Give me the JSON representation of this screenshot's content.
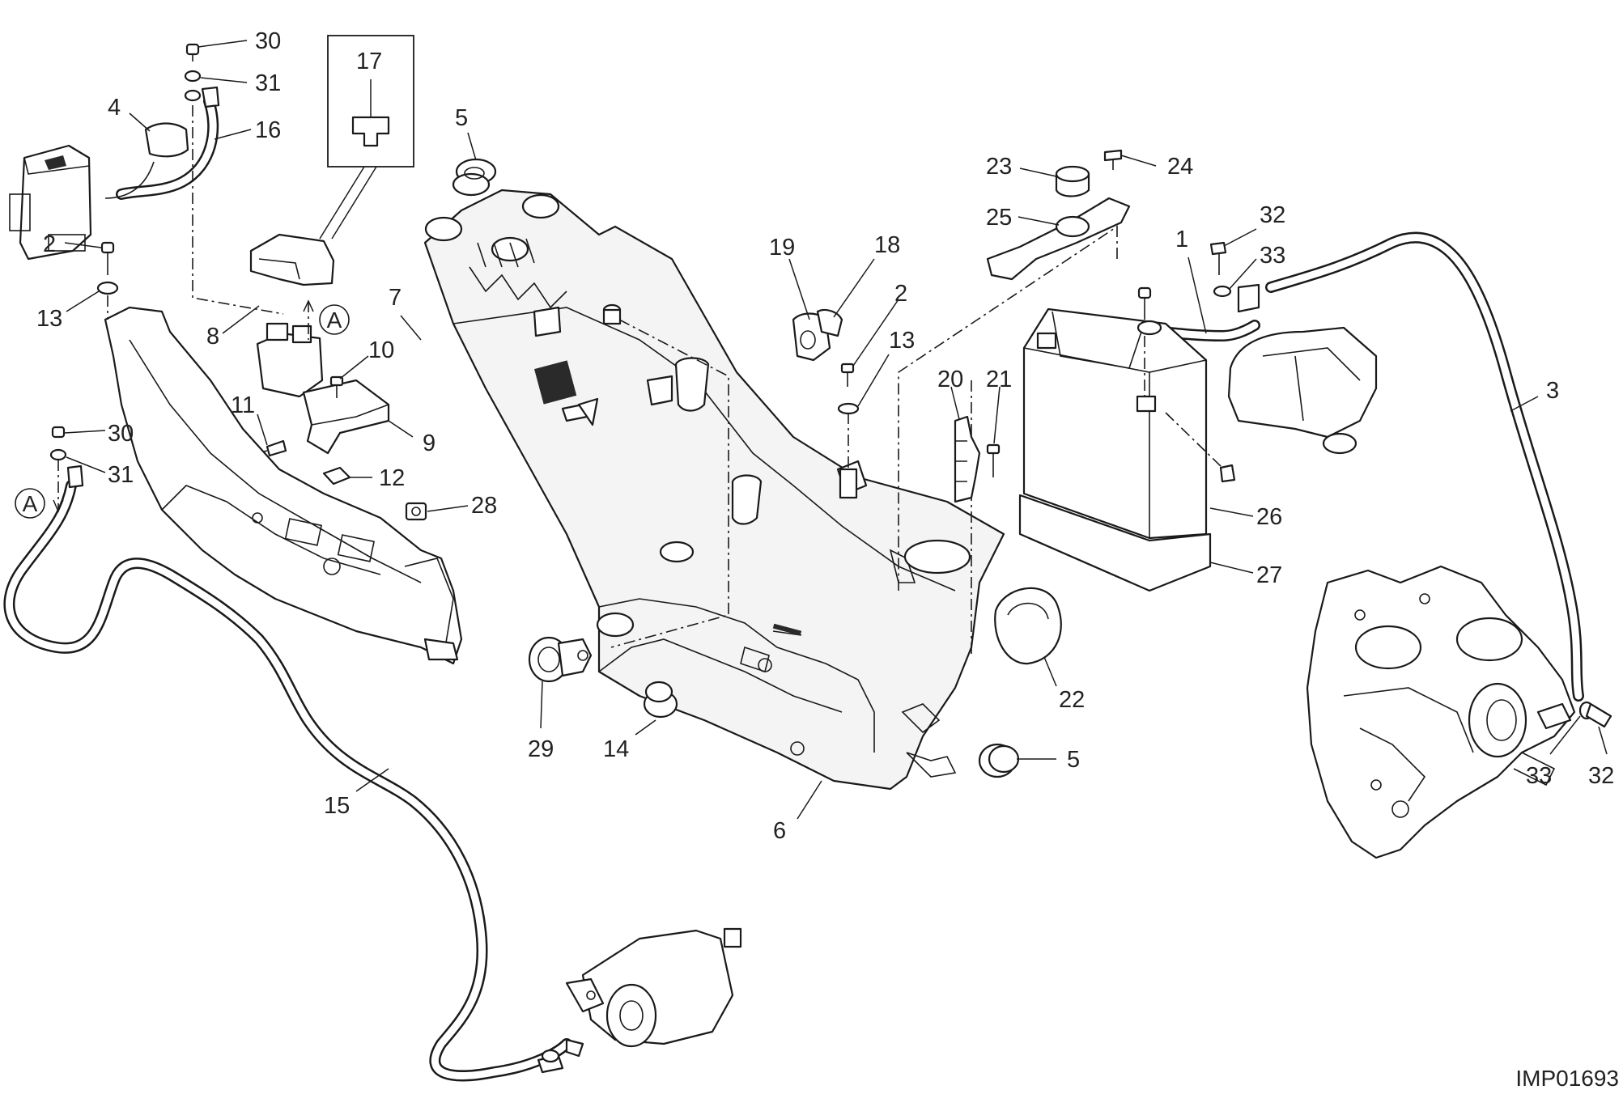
{
  "diagram": {
    "drawing_code": "IMP01693",
    "detail_marker": "A",
    "callouts": [
      {
        "id": "c-30-top",
        "label": "30"
      },
      {
        "id": "c-31-top",
        "label": "31"
      },
      {
        "id": "c-4",
        "label": "4"
      },
      {
        "id": "c-16",
        "label": "16"
      },
      {
        "id": "c-17",
        "label": "17"
      },
      {
        "id": "c-5-top",
        "label": "5"
      },
      {
        "id": "c-2-left",
        "label": "2"
      },
      {
        "id": "c-13-left",
        "label": "13"
      },
      {
        "id": "c-8",
        "label": "8"
      },
      {
        "id": "c-7",
        "label": "7"
      },
      {
        "id": "c-10",
        "label": "10"
      },
      {
        "id": "c-11",
        "label": "11"
      },
      {
        "id": "c-9",
        "label": "9"
      },
      {
        "id": "c-30-mid",
        "label": "30"
      },
      {
        "id": "c-31-mid",
        "label": "31"
      },
      {
        "id": "c-12",
        "label": "12"
      },
      {
        "id": "c-28",
        "label": "28"
      },
      {
        "id": "c-19",
        "label": "19"
      },
      {
        "id": "c-18",
        "label": "18"
      },
      {
        "id": "c-2-mid",
        "label": "2"
      },
      {
        "id": "c-13-mid",
        "label": "13"
      },
      {
        "id": "c-23",
        "label": "23"
      },
      {
        "id": "c-24",
        "label": "24"
      },
      {
        "id": "c-25",
        "label": "25"
      },
      {
        "id": "c-32-top",
        "label": "32"
      },
      {
        "id": "c-33-top",
        "label": "33"
      },
      {
        "id": "c-1",
        "label": "1"
      },
      {
        "id": "c-3",
        "label": "3"
      },
      {
        "id": "c-20",
        "label": "20"
      },
      {
        "id": "c-21",
        "label": "21"
      },
      {
        "id": "c-26",
        "label": "26"
      },
      {
        "id": "c-27",
        "label": "27"
      },
      {
        "id": "c-22",
        "label": "22"
      },
      {
        "id": "c-5-bottom",
        "label": "5"
      },
      {
        "id": "c-29",
        "label": "29"
      },
      {
        "id": "c-14",
        "label": "14"
      },
      {
        "id": "c-6",
        "label": "6"
      },
      {
        "id": "c-15",
        "label": "15"
      },
      {
        "id": "c-33-bottom",
        "label": "33"
      },
      {
        "id": "c-32-bottom",
        "label": "32"
      }
    ]
  }
}
